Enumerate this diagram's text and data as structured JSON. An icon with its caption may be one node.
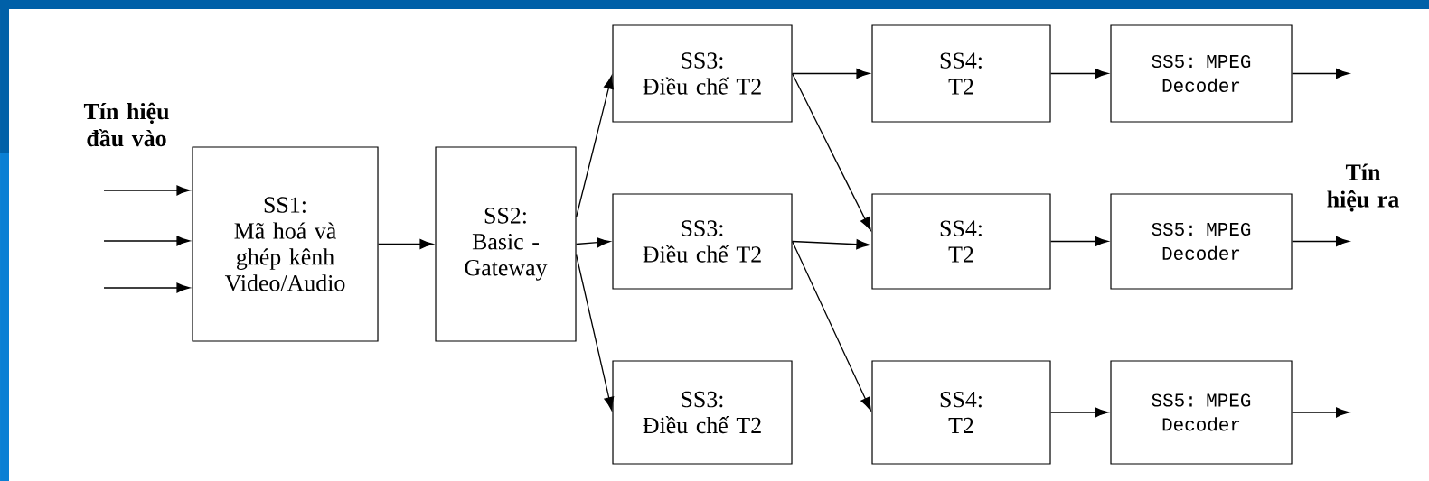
{
  "diagram": {
    "nodes": [
      {
        "text": [
          "SS1:",
          "Mã hoá và ghép kênh Video/Audio"
        ]
      },
      {
        "text": [
          "SS2:",
          "Basic - Gateway"
        ]
      },
      {
        "text": [
          "SS3:",
          "Điều chế T2"
        ]
      },
      {
        "text": [
          "SS3:",
          "Điều chế T2"
        ]
      },
      {
        "text": [
          "SS3:",
          "Điều chế T2"
        ]
      },
      {
        "text": [
          "SS4:",
          "T2"
        ]
      },
      {
        "text": [
          "SS4:",
          "T2"
        ]
      },
      {
        "text": [
          "SS4:",
          "T2"
        ]
      },
      {
        "text": [
          "SS5: MPEG Decoder"
        ]
      },
      {
        "text": [
          "SS5: MPEG Decoder"
        ]
      },
      {
        "text": [
          "SS5: MPEG Decoder"
        ]
      }
    ],
    "edges": [
      {
        "from": null,
        "to": 0,
        "arrow": "to"
      },
      {
        "from": null,
        "to": 0,
        "arrow": "to"
      },
      {
        "from": null,
        "to": 0,
        "arrow": "to"
      },
      {
        "from": 0,
        "to": 1,
        "arrow": "to"
      },
      {
        "from": 1,
        "to": 2,
        "arrow": "to"
      },
      {
        "from": 1,
        "to": 3,
        "arrow": "to"
      },
      {
        "from": 1,
        "to": 4,
        "arrow": "to"
      },
      {
        "from": 2,
        "to": 5,
        "arrow": "to"
      },
      {
        "from": 2,
        "to": 6,
        "arrow": "to"
      },
      {
        "from": 3,
        "to": 6,
        "arrow": "to"
      },
      {
        "from": 3,
        "to": 7,
        "arrow": "to"
      },
      {
        "from": 5,
        "to": 8,
        "arrow": "to"
      },
      {
        "from": 6,
        "to": 9,
        "arrow": "to"
      },
      {
        "from": 7,
        "to": 10,
        "arrow": "to"
      },
      {
        "from": 8,
        "to": null,
        "arrow": "to"
      },
      {
        "from": 9,
        "to": null,
        "arrow": "to"
      },
      {
        "from": 10,
        "to": null,
        "arrow": "to"
      }
    ],
    "labels": [
      "Tín hiệu đầu vào",
      "Tín hiệu ra"
    ]
  }
}
